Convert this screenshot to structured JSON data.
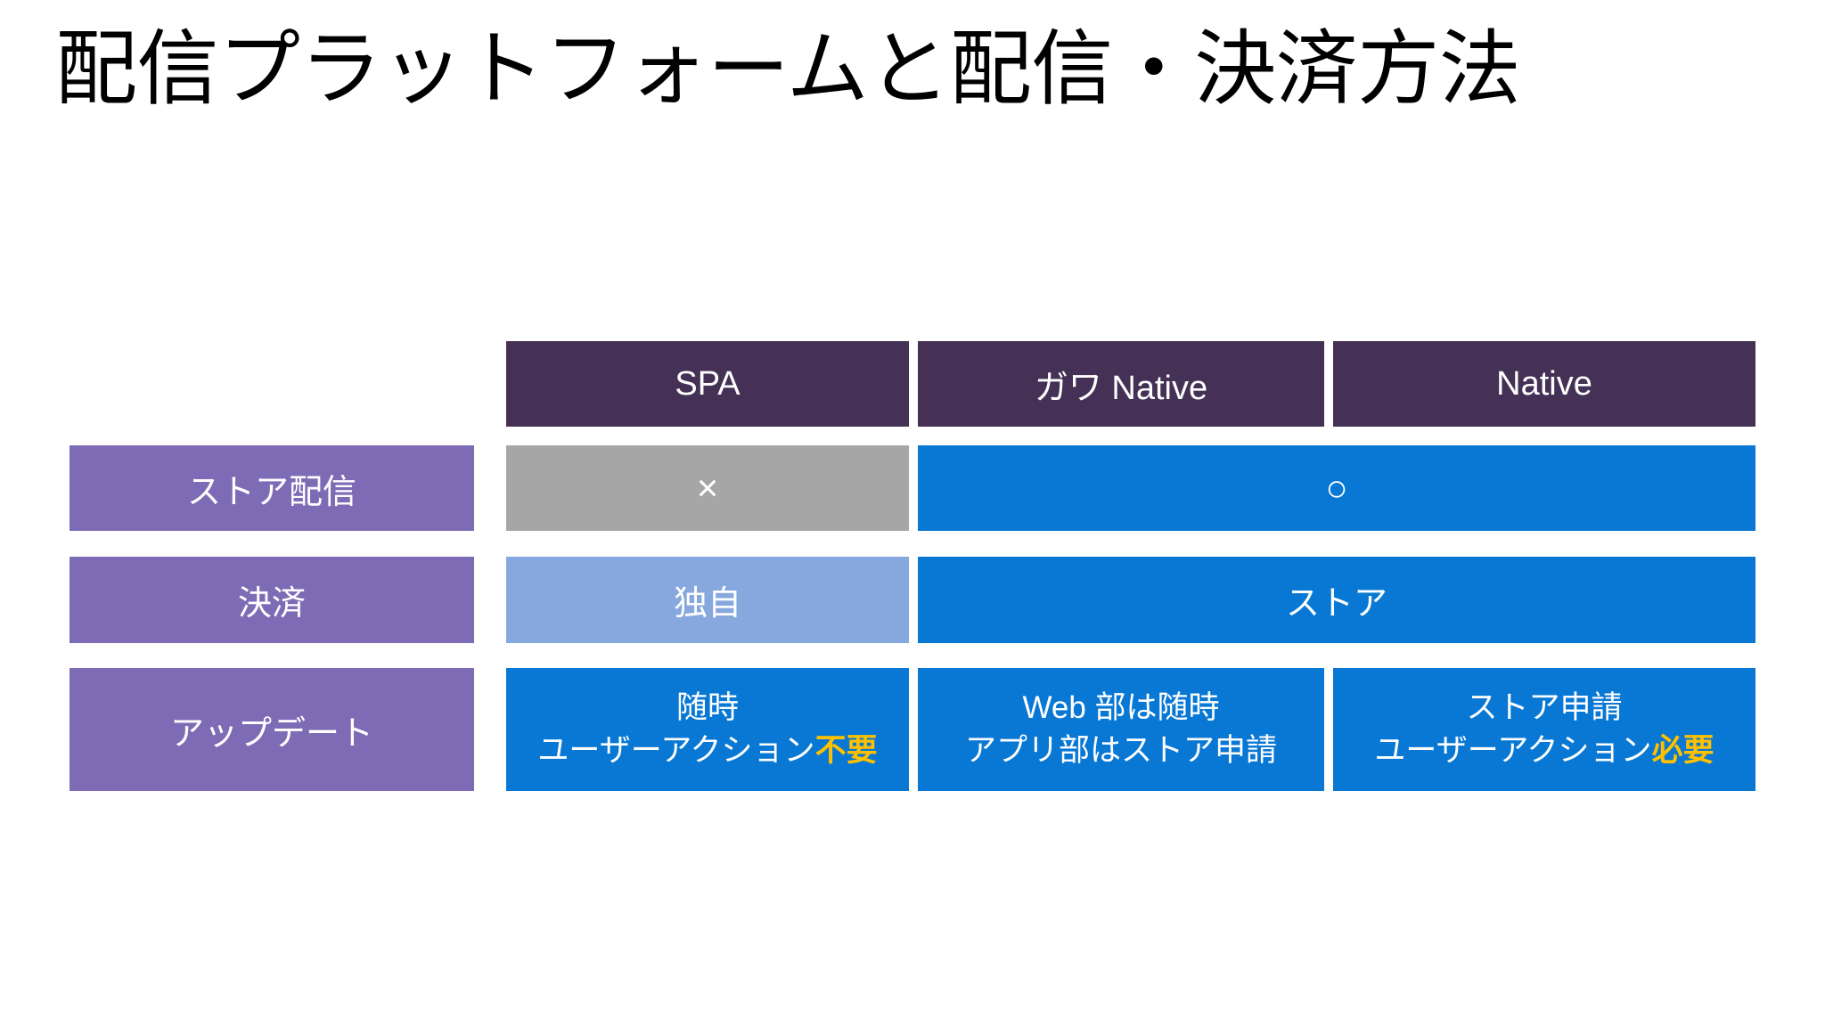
{
  "slide": {
    "title": "配信プラットフォームと配信・決済方法",
    "background": "#FFFFFF"
  },
  "colors": {
    "header_fill": "#443155",
    "row_label_fill": "#7E6BB5",
    "gray_fill": "#A6A6A6",
    "blue_fill": "#0878D4",
    "light_blue_fill": "#87A8DE",
    "accent_text": "#FFC000",
    "cell_text": "#FFFFFF",
    "title_text": "#000000"
  },
  "table": {
    "corner_label": "",
    "columns": [
      {
        "label": "SPA"
      },
      {
        "label": "ガワ Native"
      },
      {
        "label": "Native"
      }
    ],
    "rows": [
      {
        "label": "ストア配信",
        "cells": [
          {
            "text": "×",
            "fill": "gray",
            "span": 1,
            "icon": "cross-mark"
          },
          {
            "text": "○",
            "fill": "blue",
            "span": 2,
            "icon": "circle-mark"
          }
        ]
      },
      {
        "label": "決済",
        "cells": [
          {
            "text": "独自",
            "fill": "light-blue",
            "span": 1
          },
          {
            "text": "ストア",
            "fill": "blue",
            "span": 2
          }
        ]
      },
      {
        "label": "アップデート",
        "cells": [
          {
            "fill": "blue",
            "span": 1,
            "line1": "随時",
            "line2_plain": "ユーザーアクション",
            "line2_accent": "不要"
          },
          {
            "fill": "blue",
            "span": 1,
            "line1": "Web 部は随時",
            "line2_plain": "アプリ部はストア申請",
            "line2_accent": ""
          },
          {
            "fill": "blue",
            "span": 1,
            "line1": "ストア申請",
            "line2_plain": "ユーザーアクション",
            "line2_accent": "必要"
          }
        ]
      }
    ]
  }
}
